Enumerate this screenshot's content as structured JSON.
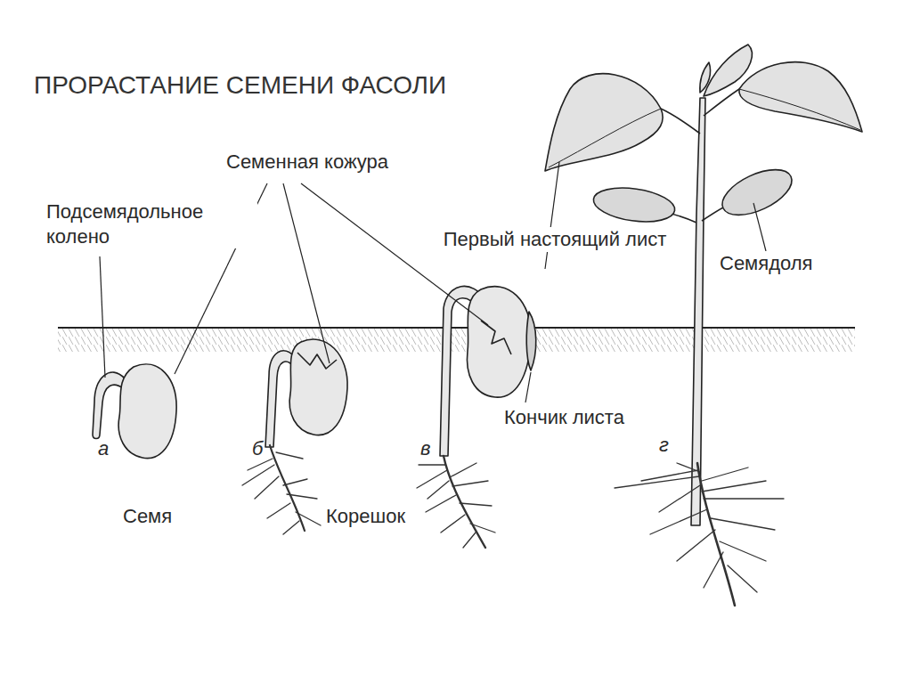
{
  "diagram": {
    "title": "ПРОРАСТАНИЕ СЕМЕНИ ФАСОЛИ",
    "labels": [
      "Семенная кожура",
      "Подсемядольное колено",
      "Первый настоящий лист",
      "Семядоля",
      "Кончик листа",
      "а",
      "б",
      "в",
      "г",
      "Семя",
      "Корешок"
    ]
  }
}
